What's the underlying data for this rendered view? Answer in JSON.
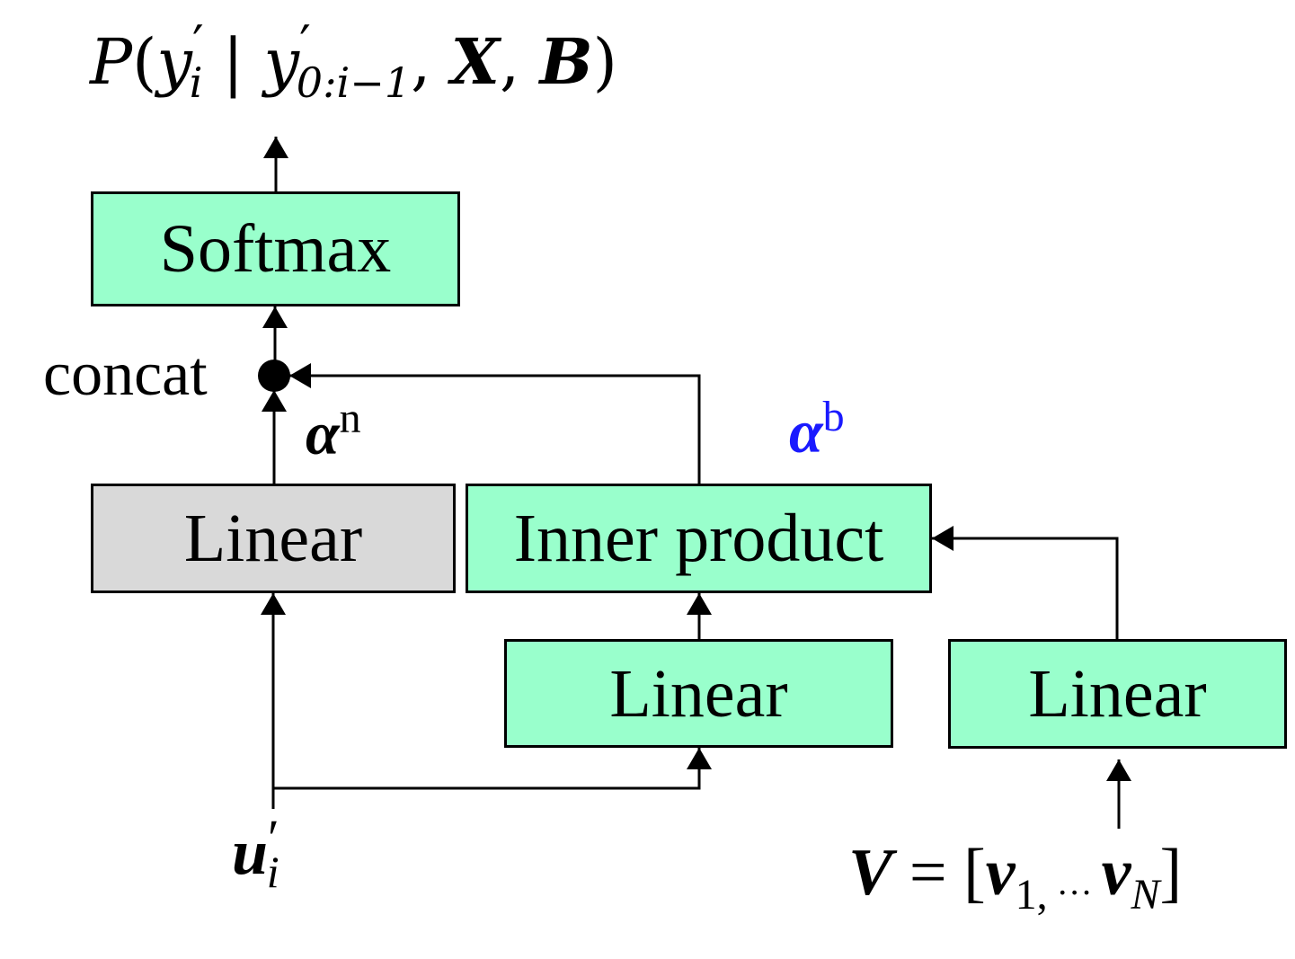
{
  "output_label": {
    "prob": "P",
    "open_paren": "(",
    "y": "y",
    "prime": "′",
    "sub_i": "i",
    "bar": "|",
    "y2": "y",
    "prime2": "′",
    "sub_range": "0:i−1",
    "comma1": ",",
    "X": "X",
    "comma2": ",",
    "B": "B",
    "close_paren": ")"
  },
  "boxes": {
    "softmax": "Softmax",
    "linear_main": "Linear",
    "inner_product": "Inner product",
    "linear_query": "Linear",
    "linear_value": "Linear"
  },
  "concat_label": "concat",
  "alpha_n": {
    "symbol": "α",
    "sup": "n"
  },
  "alpha_b": {
    "symbol": "α",
    "sup": "b"
  },
  "input_u": {
    "symbol": "u",
    "prime": "′",
    "sub": "i"
  },
  "input_v": {
    "V": "V",
    "eq": " = [",
    "v1": "v",
    "sub1": "1,",
    "dots": " … ",
    "vN": "v",
    "subN": "N",
    "close": "]"
  },
  "colors": {
    "box_green": "#99ffcc",
    "box_gray": "#d9d9d9",
    "alpha_b": "#1a1aff",
    "line": "#000000"
  }
}
